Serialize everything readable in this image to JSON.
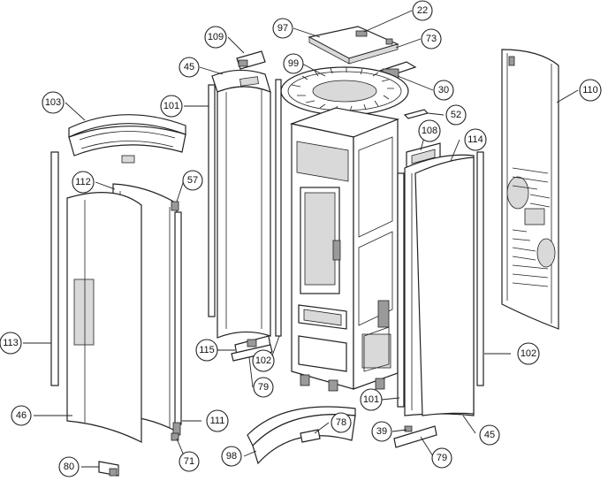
{
  "diagram": {
    "callouts": [
      {
        "id": "c22",
        "label": "22"
      },
      {
        "id": "c97",
        "label": "97"
      },
      {
        "id": "c73",
        "label": "73"
      },
      {
        "id": "c109",
        "label": "109"
      },
      {
        "id": "c99",
        "label": "99"
      },
      {
        "id": "c45a",
        "label": "45"
      },
      {
        "id": "c30",
        "label": "30"
      },
      {
        "id": "c110",
        "label": "110"
      },
      {
        "id": "c103",
        "label": "103"
      },
      {
        "id": "c101a",
        "label": "101"
      },
      {
        "id": "c52",
        "label": "52"
      },
      {
        "id": "c108",
        "label": "108"
      },
      {
        "id": "c114",
        "label": "114"
      },
      {
        "id": "c112",
        "label": "112"
      },
      {
        "id": "c57",
        "label": "57"
      },
      {
        "id": "c113",
        "label": "113"
      },
      {
        "id": "c115",
        "label": "115"
      },
      {
        "id": "c102a",
        "label": "102"
      },
      {
        "id": "c102b",
        "label": "102"
      },
      {
        "id": "c79a",
        "label": "79"
      },
      {
        "id": "c101b",
        "label": "101"
      },
      {
        "id": "c46",
        "label": "46"
      },
      {
        "id": "c111",
        "label": "111"
      },
      {
        "id": "c78",
        "label": "78"
      },
      {
        "id": "c39",
        "label": "39"
      },
      {
        "id": "c45b",
        "label": "45"
      },
      {
        "id": "c98",
        "label": "98"
      },
      {
        "id": "c71",
        "label": "71"
      },
      {
        "id": "c79b",
        "label": "79"
      },
      {
        "id": "c80",
        "label": "80"
      }
    ]
  }
}
